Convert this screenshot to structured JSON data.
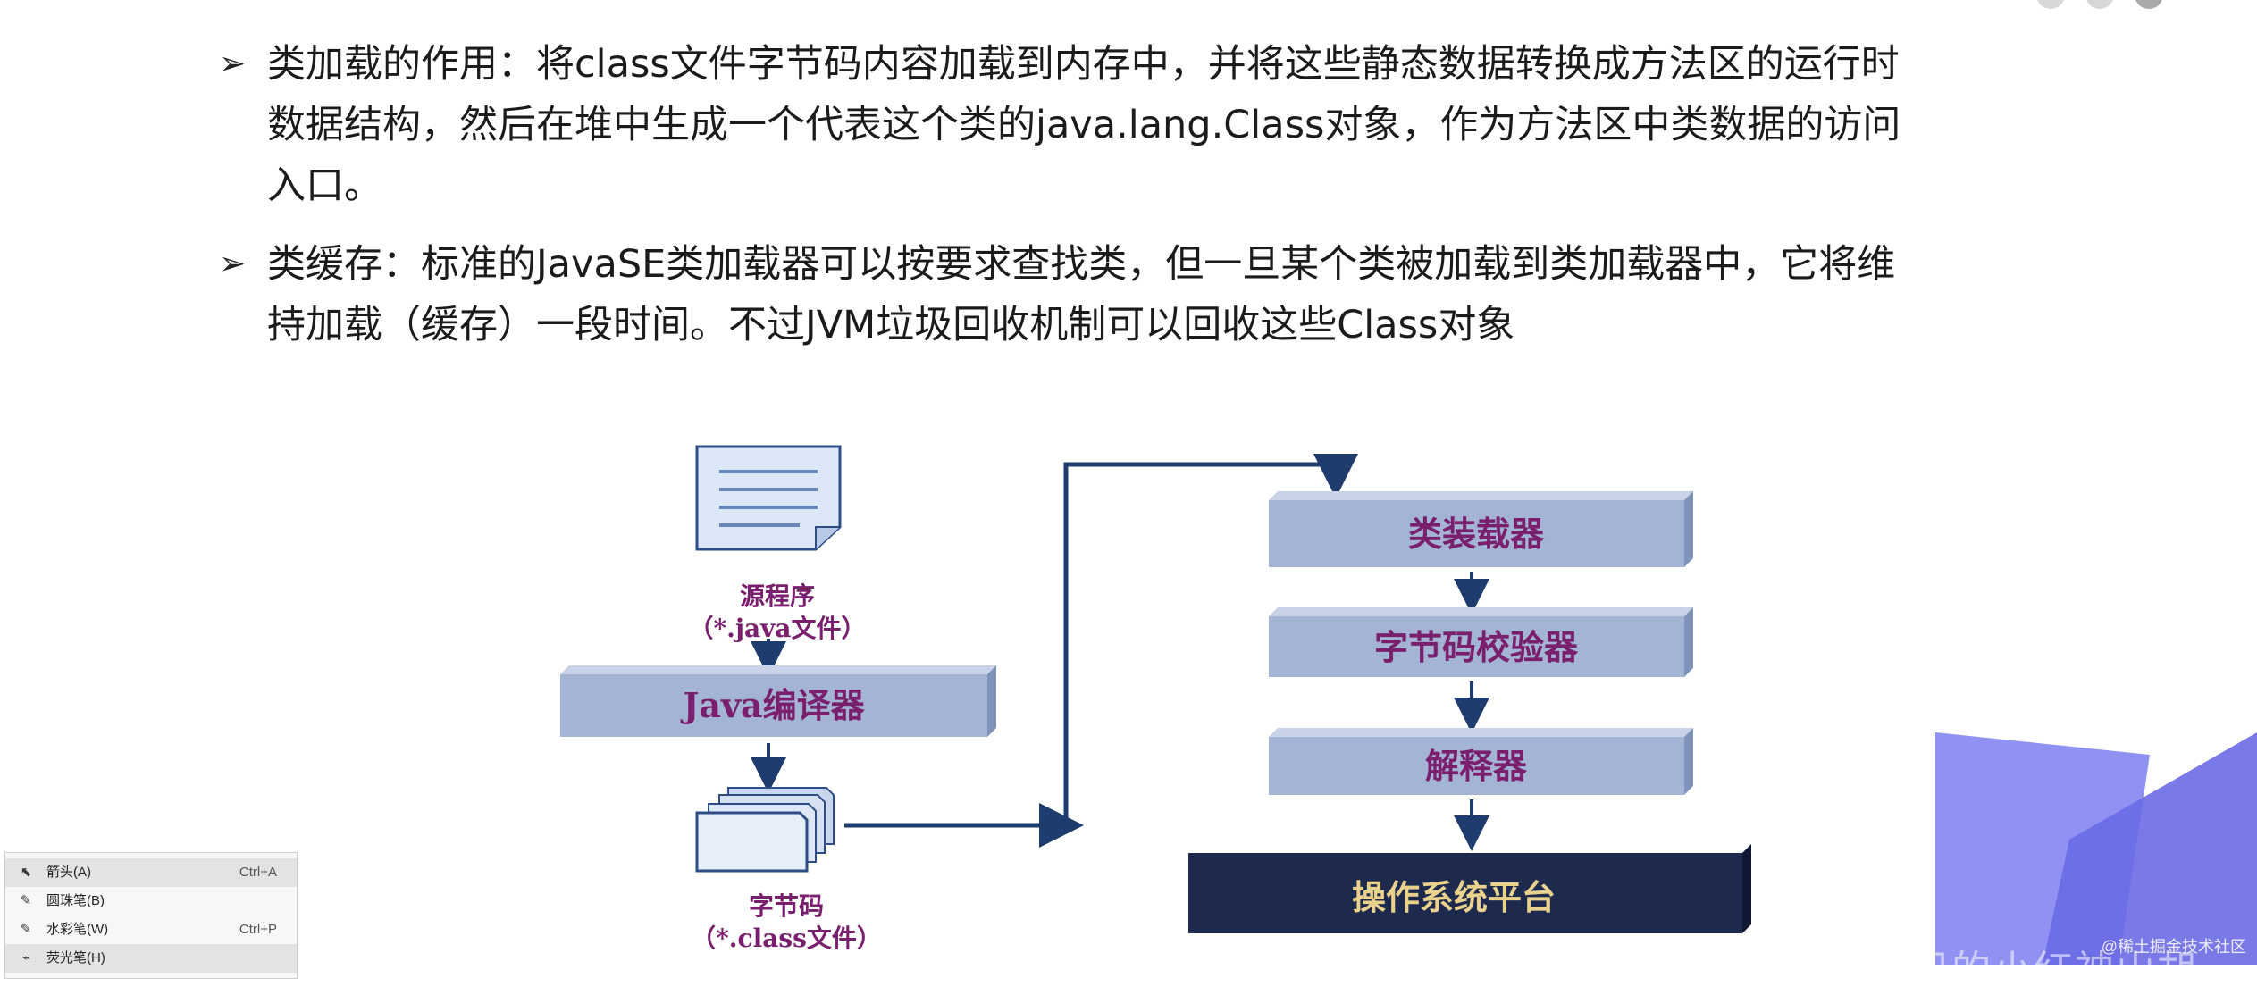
{
  "bullets": [
    {
      "line1": "类加载的作用：将class文件字节码内容加载到内存中，并将这些静态数据转换成方法区的运行时",
      "line2": "数据结构，然后在堆中生成一个代表这个类的java.lang.Class对象，作为方法区中类数据的访问",
      "line3": "入口。"
    },
    {
      "line1": "类缓存：标准的JavaSE类加载器可以按要求查找类，但一旦某个类被加载到类加载器中，它将维",
      "line2": "持加载（缓存）一段时间。不过JVM垃圾回收机制可以回收这些Class对象",
      "line3": ""
    }
  ],
  "diagram": {
    "source_label": "源程序",
    "source_sub": "（*.java文件）",
    "compiler": "Java编译器",
    "bytecode_label": "字节码",
    "bytecode_sub": "（*.class文件）",
    "class_loader": "类装载器",
    "verifier": "字节码校验器",
    "interpreter": "解释器",
    "os_platform": "操作系统平台"
  },
  "context_menu": {
    "items": [
      {
        "icon": "arrow-cursor-icon",
        "label": "箭头(A)",
        "shortcut": "Ctrl+A"
      },
      {
        "icon": "ballpoint-pen-icon",
        "label": "圆珠笔(B)",
        "shortcut": ""
      },
      {
        "icon": "felt-pen-icon",
        "label": "水彩笔(W)",
        "shortcut": "Ctrl+P"
      },
      {
        "icon": "highlighter-icon",
        "label": "荧光笔(H)",
        "shortcut": ""
      }
    ]
  },
  "overlay": {
    "watermark": "阿里巴巴的小红神山胡",
    "credit": "@稀土掘金技术社区"
  },
  "colors": {
    "box_fill": "#a4b4d4",
    "box_top": "#c8d3e8",
    "box_side": "#7f93bb",
    "os_fill": "#1d2a4d",
    "arrow": "#1f3c6e",
    "label": "#7a1e6e",
    "deco_purple": "#6f6fe6"
  }
}
